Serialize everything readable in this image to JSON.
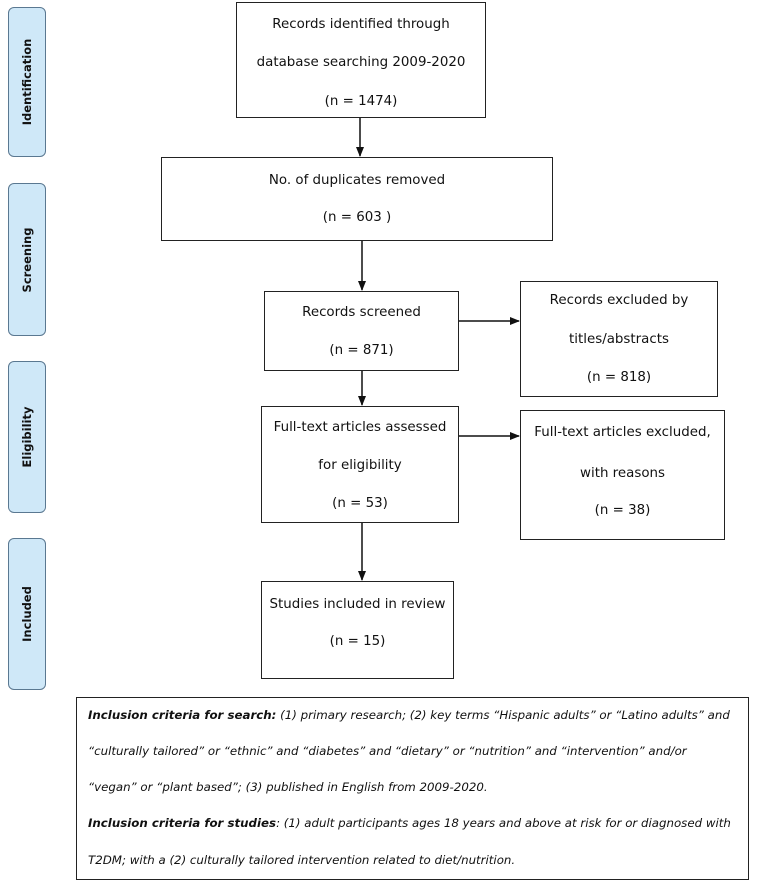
{
  "stages": {
    "identification": "Identification",
    "screening": "Screening",
    "eligibility": "Eligibility",
    "included": "Included"
  },
  "boxes": {
    "identified": {
      "line1": "Records identified through",
      "line2": "database searching 2009-2020",
      "n": "(n = 1474)"
    },
    "duplicates": {
      "line1": "No. of duplicates removed",
      "n": "(n = 603 )"
    },
    "screened": {
      "line1": "Records screened",
      "n": "(n = 871)"
    },
    "excluded_titles": {
      "line1": "Records excluded by",
      "line2": "titles/abstracts",
      "n": "(n = 818)"
    },
    "fulltext": {
      "line1": "Full-text articles assessed",
      "line2": "for eligibility",
      "n": "(n = 53)"
    },
    "fulltext_excluded": {
      "line1": "Full-text articles excluded,",
      "line2": "with reasons",
      "n": "(n = 38)"
    },
    "included": {
      "line1": "Studies included in review",
      "n": "(n = 15)"
    }
  },
  "criteria": {
    "search_label": "Inclusion criteria for search:",
    "search_line1": " (1) primary research; (2) key terms “Hispanic adults” or “Latino adults” and",
    "search_line2": "“culturally tailored” or “ethnic” and “diabetes” and “dietary” or “nutrition” and “intervention” and/or",
    "search_line3": "“vegan” or “plant based”; (3) published in English from 2009-2020.",
    "studies_label": "Inclusion criteria for studies",
    "studies_line1": ": (1) adult participants ages 18 years and above at risk for or diagnosed with",
    "studies_line2": "T2DM; with a (2) culturally tailored intervention related to diet/nutrition."
  },
  "colors": {
    "stage_fill": "#cfe8f8",
    "stage_border": "#5a7891",
    "box_border": "#222222"
  }
}
